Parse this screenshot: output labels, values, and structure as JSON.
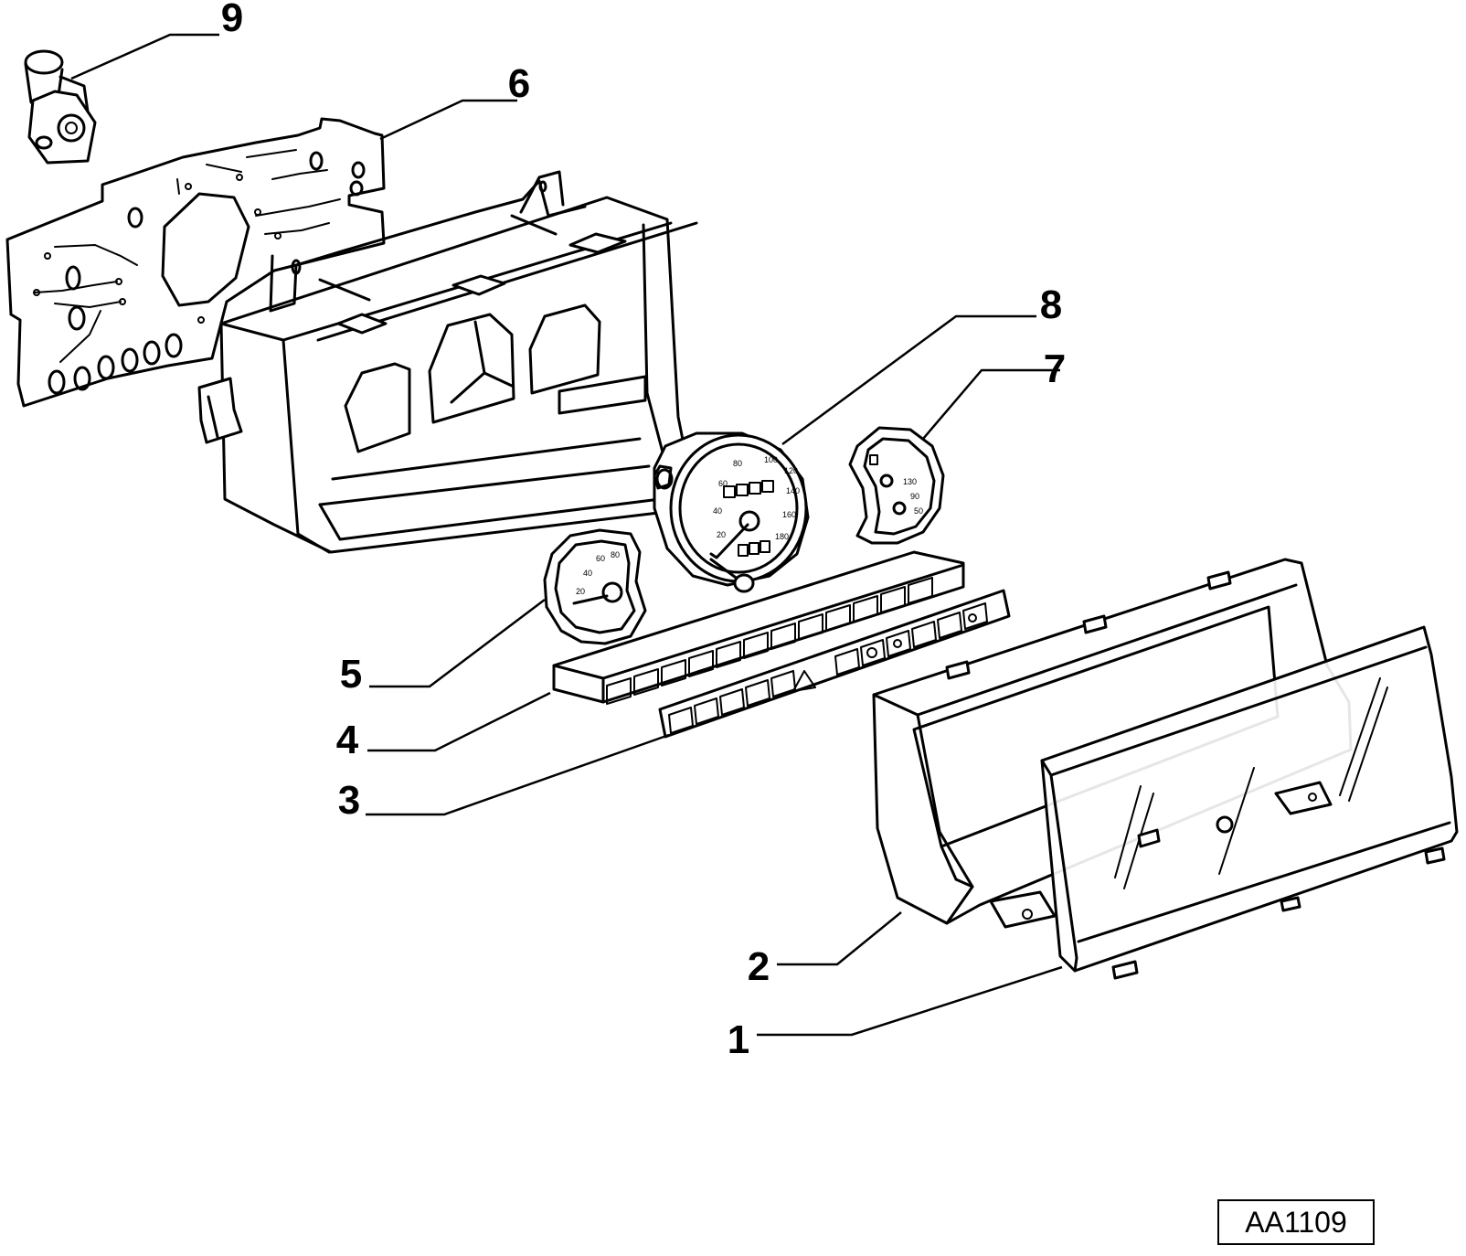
{
  "diagram": {
    "callouts": [
      {
        "label": "1"
      },
      {
        "label": "2"
      },
      {
        "label": "3"
      },
      {
        "label": "4"
      },
      {
        "label": "5"
      },
      {
        "label": "6"
      },
      {
        "label": "7"
      },
      {
        "label": "8"
      },
      {
        "label": "9"
      }
    ],
    "reference_code": "AA1109",
    "speedometer_marks": [
      "20",
      "40",
      "60",
      "80",
      "100",
      "120",
      "140",
      "160",
      "180"
    ],
    "small_gauge_marks": [
      "20",
      "40",
      "60",
      "80"
    ],
    "right_gauge_marks": [
      "130",
      "90",
      "50"
    ]
  }
}
